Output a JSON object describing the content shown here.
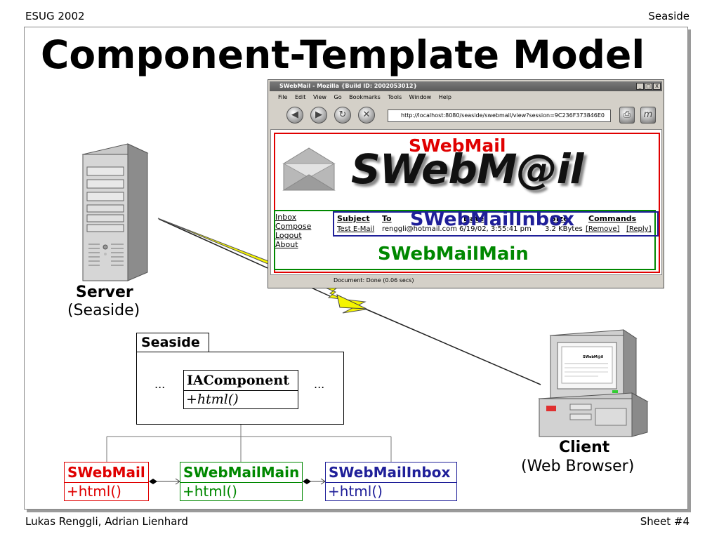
{
  "header": {
    "left": "ESUG 2002",
    "right": "Seaside"
  },
  "footer": {
    "left": "Lukas Renggli, Adrian Lienhard",
    "right": "Sheet #4"
  },
  "title": "Component-Template Model",
  "browser": {
    "window_title": "SWebMail - Mozilla {Build ID: 2002053012}",
    "controls": [
      "_",
      "□",
      "X"
    ],
    "menu": [
      "File",
      "Edit",
      "View",
      "Go",
      "Bookmarks",
      "Tools",
      "Window",
      "Help"
    ],
    "url": "http://localhost:8080/seaside/swebmail/view?session=9C236F373846E0",
    "logo_text": "SWebM@il",
    "nav_links": [
      "Inbox",
      "Compose",
      "Logout",
      "About"
    ],
    "columns": [
      "Subject",
      "To",
      "Date",
      "Size",
      "Commands"
    ],
    "row": {
      "subject": "Test E-Mail",
      "to": "renggli@hotmail.com",
      "date": "6/19/02, 3:55:41 pm",
      "size": "3.2 KBytes",
      "remove": "[Remove]",
      "reply": "[Reply]"
    },
    "status": "Document: Done (0.06 secs)",
    "overlay_labels": {
      "red": "SWebMail",
      "blue": "SWebMailInbox",
      "green": "SWebMailMain"
    }
  },
  "server": {
    "label": "Server",
    "sub": "(Seaside)"
  },
  "client": {
    "label": "Client",
    "sub": "(Web Browser)"
  },
  "uml": {
    "package": "Seaside",
    "ellipsis_left": "...",
    "ellipsis_right": "...",
    "base_class": {
      "name": "IAComponent",
      "op": "+html()"
    },
    "classes": [
      {
        "name": "SWebMail",
        "op": "+html()",
        "color": "#e00000"
      },
      {
        "name": "SWebMailMain",
        "op": "+html()",
        "color": "#008800"
      },
      {
        "name": "SWebMailInbox",
        "op": "+html()",
        "color": "#1f1f99"
      }
    ]
  },
  "colors": {
    "red": "#e00000",
    "green": "#008800",
    "blue": "#1f1f99",
    "lightning": "#f4f400"
  }
}
